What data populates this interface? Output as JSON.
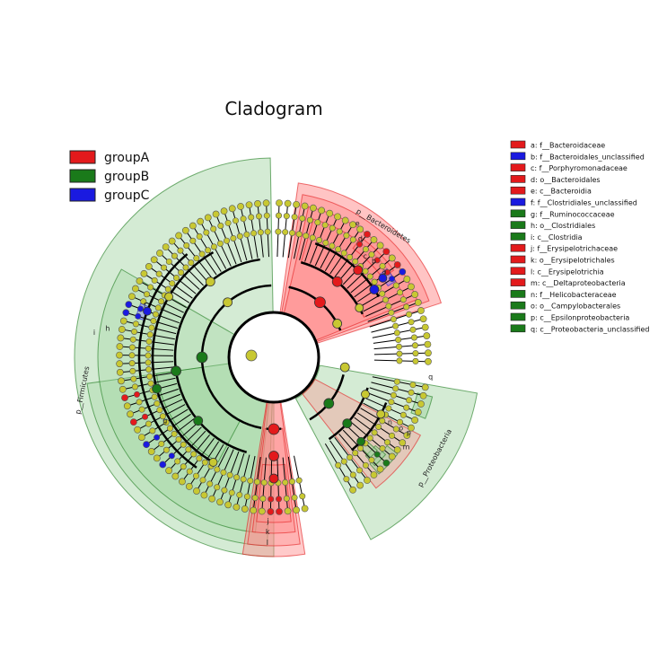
{
  "chart_data": {
    "type": "cladogram",
    "title": "Cladogram",
    "groups": [
      {
        "name": "groupA",
        "color": "#e31a1c"
      },
      {
        "name": "groupB",
        "color": "#1a7a1a"
      },
      {
        "name": "groupC",
        "color": "#1a1ae0"
      }
    ],
    "colors": {
      "groupA_fill": "#ff8a8a",
      "groupB_fill": "#9fd39f",
      "groupC_fill": "#8a8aff",
      "node_default": "#c8c832",
      "branch": "#000000"
    },
    "phylum_labels": [
      "p__Bacteroidetes",
      "p__Firmicutes",
      "p__Proteobacteria"
    ],
    "sector_letters": [
      "a",
      "b",
      "c",
      "d",
      "e",
      "f",
      "g",
      "h",
      "i",
      "j",
      "k",
      "l",
      "m",
      "n",
      "o",
      "p",
      "q"
    ],
    "key": [
      {
        "letter": "a",
        "taxon": "f__Bacteroidaceae",
        "group": "groupA"
      },
      {
        "letter": "b",
        "taxon": "f__Bacteroidales_unclassified",
        "group": "groupC"
      },
      {
        "letter": "c",
        "taxon": "f__Porphyromonadaceae",
        "group": "groupA"
      },
      {
        "letter": "d",
        "taxon": "o__Bacteroidales",
        "group": "groupA"
      },
      {
        "letter": "e",
        "taxon": "c__Bacteroidia",
        "group": "groupA"
      },
      {
        "letter": "f",
        "taxon": "f__Clostridiales_unclassified",
        "group": "groupC"
      },
      {
        "letter": "g",
        "taxon": "f__Ruminococcaceae",
        "group": "groupB"
      },
      {
        "letter": "h",
        "taxon": "o__Clostridiales",
        "group": "groupB"
      },
      {
        "letter": "i",
        "taxon": "c__Clostridia",
        "group": "groupB"
      },
      {
        "letter": "j",
        "taxon": "f__Erysipelotrichaceae",
        "group": "groupA"
      },
      {
        "letter": "k",
        "taxon": "o__Erysipelotrichales",
        "group": "groupA"
      },
      {
        "letter": "l",
        "taxon": "c__Erysipelotrichia",
        "group": "groupA"
      },
      {
        "letter": "m",
        "taxon": "c__Deltaproteobacteria",
        "group": "groupA"
      },
      {
        "letter": "n",
        "taxon": "f__Helicobacteraceae",
        "group": "groupB"
      },
      {
        "letter": "o",
        "taxon": "o__Campylobacterales",
        "group": "groupB"
      },
      {
        "letter": "p",
        "taxon": "c__Epsilonproteobacteria",
        "group": "groupB"
      },
      {
        "letter": "q",
        "taxon": "c__Proteobacteria_unclassified",
        "group": "groupB"
      }
    ]
  }
}
